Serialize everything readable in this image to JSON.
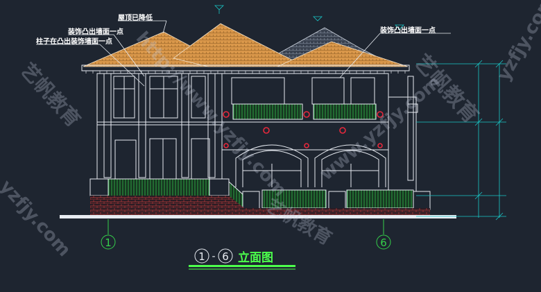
{
  "annotations": {
    "roof_lowered": "屋顶已降低",
    "decor_protrude_left": "装饰凸出墙面一点",
    "column_protrude": "柱子在凸出装饰墙面一点",
    "decor_protrude_right": "装饰凸出墙面一点"
  },
  "axis_labels": {
    "left": "1",
    "right": "6"
  },
  "drawing_title": {
    "grid_from": "1",
    "dash": "-",
    "grid_to": "6",
    "name": "立面图"
  },
  "watermarks": [
    "yzfjy.com",
    "艺帆教育",
    "http://www.yzfjy.com",
    "艺帆教育",
    "www.yzfjy.com",
    "yzfjy.com",
    "艺帆教育"
  ],
  "colors": {
    "background": "#1e2530",
    "lines": "#e8ecf2",
    "roof": "#d9974a",
    "railing": "#1f8a2e",
    "brick": "#c0392b",
    "red_marker": "#e8283c",
    "axis_green": "#35d04a",
    "dimension_cyan": "#19c8c8"
  }
}
